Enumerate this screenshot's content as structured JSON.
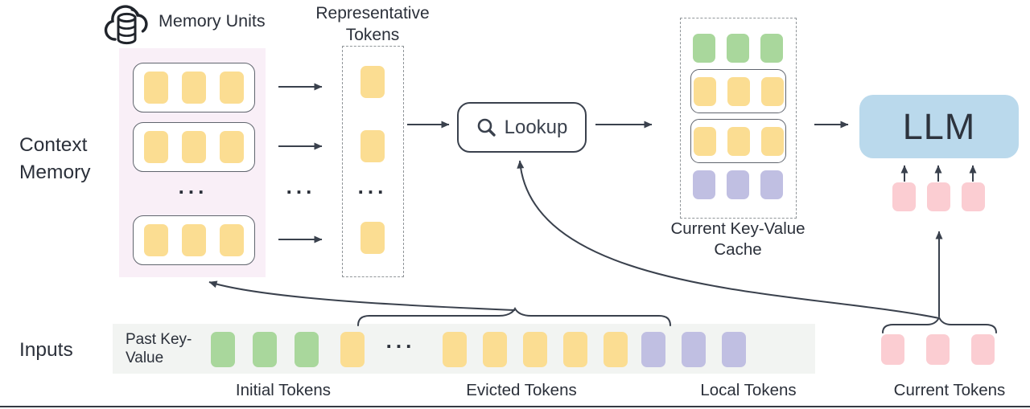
{
  "labels": {
    "ellipsis": "...",
    "context_memory": "Context Memory",
    "memory_units": "Memory Units",
    "representative_tokens": "Representative Tokens",
    "lookup": "Lookup",
    "current_kv_cache": "Current Key-Value Cache",
    "llm": "LLM",
    "inputs": "Inputs",
    "past_key_value": "Past Key-Value",
    "initial_tokens": "Initial Tokens",
    "evicted_tokens": "Evicted Tokens",
    "local_tokens": "Local Tokens",
    "current_tokens": "Current Tokens"
  },
  "colors": {
    "yellow_token": "#fbdd92",
    "green_token": "#a9d79c",
    "purple_token": "#c0bfe2",
    "pink_token": "#fbcdd2",
    "llm_fill": "#bad9ec",
    "memory_bg": "#f9eff7",
    "band_bg": "#f2f4f2",
    "line": "#3a414d",
    "text": "#2b303a"
  },
  "memory": {
    "rows": [
      {
        "count": 3,
        "color": "yellow"
      },
      {
        "count": 3,
        "color": "yellow"
      },
      {
        "count": 3,
        "color": "yellow"
      }
    ]
  },
  "representative": {
    "upper": {
      "count": 2,
      "color": "yellow"
    },
    "lower": {
      "count": 1,
      "color": "yellow"
    }
  },
  "cache": {
    "rows": [
      {
        "count": 3,
        "color": "green"
      },
      {
        "count": 3,
        "color": "yellow"
      },
      {
        "count": 3,
        "color": "yellow"
      },
      {
        "count": 3,
        "color": "purple"
      }
    ]
  },
  "llm_input_tokens": {
    "count": 3,
    "color": "pink"
  },
  "input_band": {
    "initial": {
      "count": 3,
      "color": "green"
    },
    "evicted_head": {
      "count": 1,
      "color": "yellow"
    },
    "evicted": {
      "count": 5,
      "color": "yellow"
    },
    "local": {
      "count": 3,
      "color": "purple"
    },
    "current": {
      "count": 3,
      "color": "pink"
    }
  }
}
